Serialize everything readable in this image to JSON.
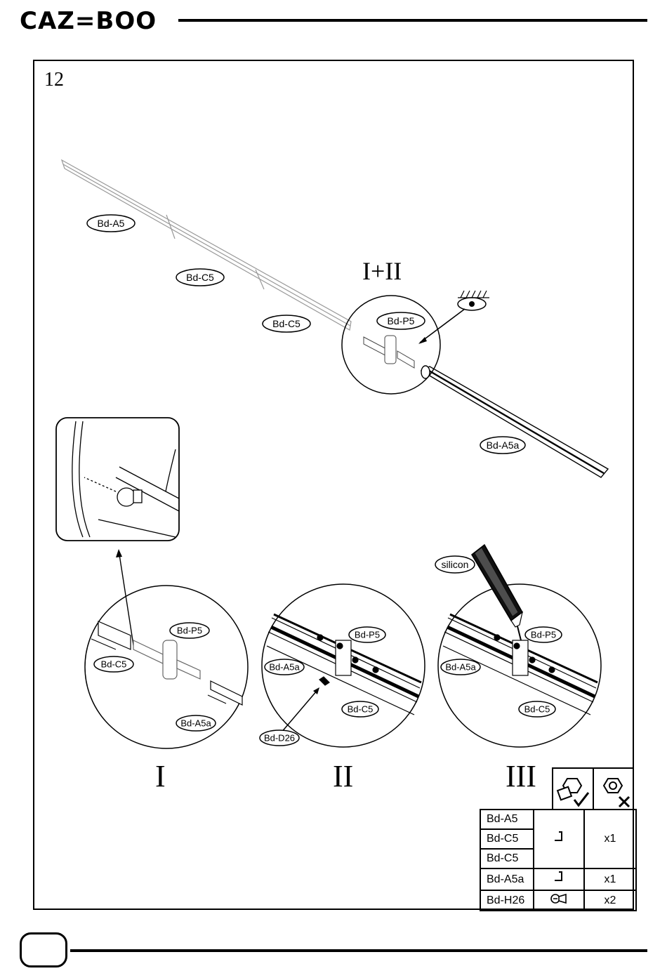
{
  "brand": {
    "logo_text": "CAZ=BOO"
  },
  "step": {
    "number": "12"
  },
  "labels": {
    "overview_detail": "I+II",
    "detail_1": "I",
    "detail_2": "II",
    "detail_3": "III"
  },
  "callouts": {
    "a5_top": "Bd-A5",
    "c5_top1": "Bd-C5",
    "c5_top2": "Bd-C5",
    "p5_top": "Bd-P5",
    "a5a_top": "Bd-A5a",
    "silicon": "silicon",
    "d1_p5": "Bd-P5",
    "d1_c5": "Bd-C5",
    "d1_a5a": "Bd-A5a",
    "d2_p5": "Bd-P5",
    "d2_a5a": "Bd-A5a",
    "d2_c5": "Bd-C5",
    "d2_d26": "Bd-D26",
    "d3_p5": "Bd-P5",
    "d3_a5a": "Bd-A5a",
    "d3_c5": "Bd-C5"
  },
  "parts_table": {
    "rows": [
      {
        "code": "Bd-A5"
      },
      {
        "code": "Bd-C5"
      },
      {
        "code": "Bd-C5"
      },
      {
        "code": "Bd-A5a",
        "qty": "x1"
      },
      {
        "code": "Bd-H26",
        "qty": "x2"
      }
    ],
    "group_qty": "x1"
  },
  "icons": {
    "tighten_ok": "bolt-check-icon",
    "tighten_no": "bolt-cross-icon",
    "eye": "eye-icon"
  }
}
